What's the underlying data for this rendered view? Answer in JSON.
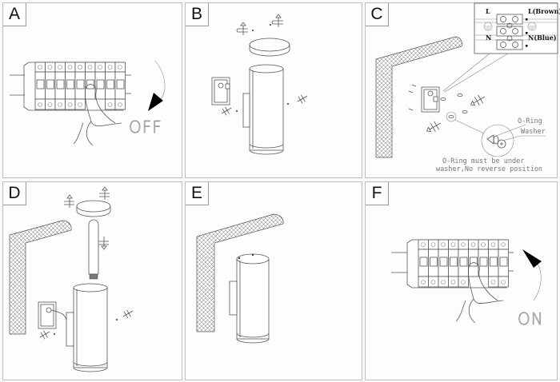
{
  "document": {
    "type": "installation-instructions",
    "subject": "cylindrical wall light"
  },
  "panels": [
    {
      "id": "A",
      "label": "A",
      "power_text": "OFF",
      "scene": "circuit-breaker-switch-off"
    },
    {
      "id": "B",
      "label": "B",
      "scene": "disassemble-lamp-unscrew-cap-and-bracket"
    },
    {
      "id": "C",
      "label": "C",
      "scene": "mount-bracket-and-wire",
      "wiring": {
        "left_live": "L",
        "left_neutral": "N",
        "right_live": "L(Brown)",
        "right_neutral": "N(Blue)",
        "earth_symbol": "⏚"
      },
      "callouts": {
        "oring": "O-Ring",
        "washer": "Washer"
      },
      "note_line1": "O-Ring must be under",
      "note_line2": "washer,No reverse position"
    },
    {
      "id": "D",
      "label": "D",
      "scene": "insert-bulb-and-attach-lamp"
    },
    {
      "id": "E",
      "label": "E",
      "scene": "lamp-installed-on-wall"
    },
    {
      "id": "F",
      "label": "F",
      "power_text": "ON",
      "scene": "circuit-breaker-switch-on"
    }
  ],
  "colors": {
    "line": "#555555",
    "border": "#bdbdbd",
    "arrow": "#000000"
  }
}
